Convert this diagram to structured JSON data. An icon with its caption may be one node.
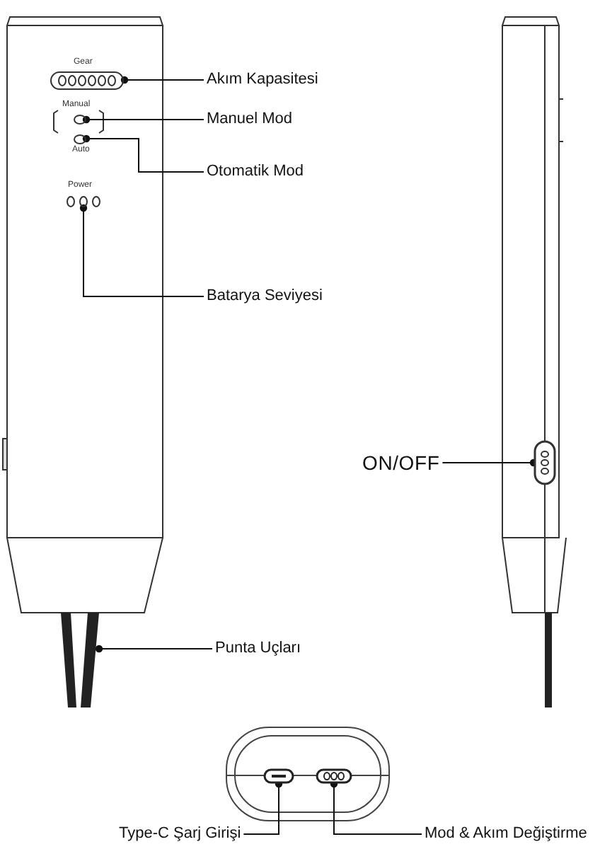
{
  "diagram": {
    "nodes": [
      {
        "text": [
          "Akım Kapasitesi"
        ]
      },
      {
        "text": [],
        "shape": "bar"
      },
      {
        "text": [
          "Manuel Mod"
        ]
      },
      {
        "text": [],
        "shape": "circle"
      },
      {
        "text": [
          "Otomatik Mod"
        ]
      },
      {
        "text": [],
        "shape": "circle"
      },
      {
        "text": [
          "Batarya Seviyesi"
        ]
      },
      {
        "text": [],
        "shape": "bar"
      },
      {
        "text": [
          "ON/OFF"
        ]
      },
      {
        "text": [],
        "shape": "bar"
      },
      {
        "text": [
          "Punta Uçları"
        ]
      },
      {
        "text": [],
        "shape": "bar"
      },
      {
        "text": [
          "Type-C Şarj Girişi"
        ]
      },
      {
        "text": [],
        "shape": "bar"
      },
      {
        "text": [
          "Mod & Akım Değiştirme"
        ]
      },
      {
        "text": [],
        "shape": "bar"
      }
    ],
    "edges": [
      {
        "from": 0,
        "to": 1,
        "arrow": "other"
      },
      {
        "from": 2,
        "to": 3,
        "arrow": "other"
      },
      {
        "from": 4,
        "to": 5,
        "arrow": "other"
      },
      {
        "from": 6,
        "to": 7,
        "arrow": "other"
      },
      {
        "from": 8,
        "to": 9,
        "arrow": "other"
      },
      {
        "from": 10,
        "to": 11,
        "arrow": "other"
      },
      {
        "from": 12,
        "to": 13,
        "arrow": "other"
      },
      {
        "from": 14,
        "to": 15,
        "arrow": "other"
      }
    ],
    "labels": [
      "Gear",
      "Manual",
      "Auto",
      "Power"
    ]
  }
}
